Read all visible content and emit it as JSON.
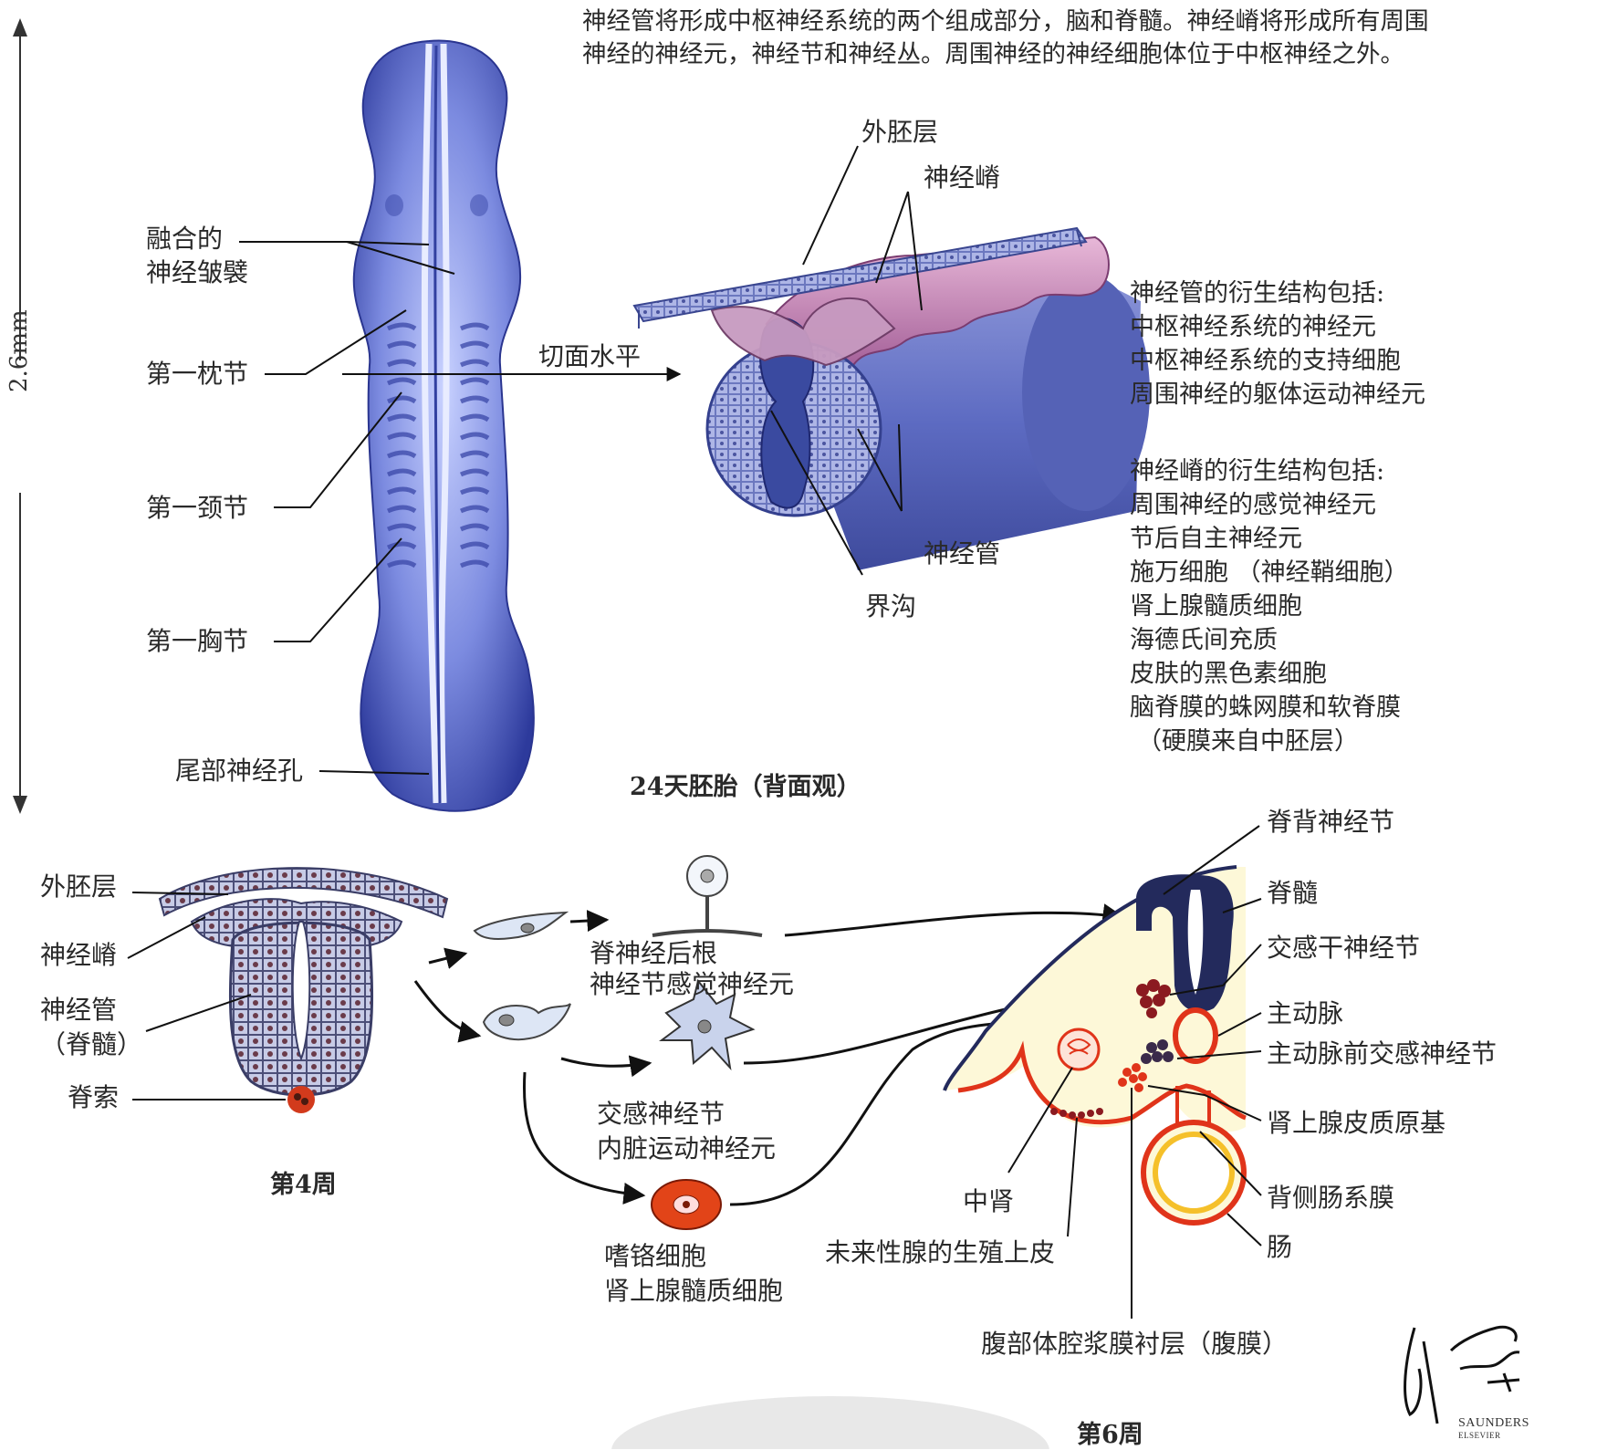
{
  "intro": {
    "line1": "神经管将形成中枢神经系统的两个组成部分，脑和脊髓。神经嵴将形成所有周围",
    "line2": "神经的神经元，神经节和神经丛。周围神经的神经细胞体位于中枢神经之外。"
  },
  "scale_label": "2.6mm",
  "embryo_labels": {
    "fused_folds_1": "融合的",
    "fused_folds_2": "神经皱襞",
    "first_occipital": "第一枕节",
    "first_cervical": "第一颈节",
    "first_thoracic": "第一胸节",
    "caudal_neuropore": "尾部神经孔",
    "section_level": "切面水平"
  },
  "section_labels": {
    "ectoderm": "外胚层",
    "neural_crest": "神经嵴",
    "neural_tube": "神经管",
    "sulcus_limitans": "界沟"
  },
  "caption_24day": "24天胚胎（背面观）",
  "tube_derivatives": {
    "heading": "神经管的衍生结构包括:",
    "items": [
      "中枢神经系统的神经元",
      "中枢神经系统的支持细胞",
      "周围神经的躯体运动神经元"
    ]
  },
  "crest_derivatives": {
    "heading": "神经嵴的衍生结构包括:",
    "items": [
      "周围神经的感觉神经元",
      "节后自主神经元",
      "施万细胞 （神经鞘细胞）",
      "肾上腺髓质细胞",
      "海德氏间充质",
      "皮肤的黑色素细胞",
      "脑脊膜的蛛网膜和软脊膜",
      "（硬膜来自中胚层）"
    ]
  },
  "week4_labels": {
    "ectoderm": "外胚层",
    "neural_crest": "神经嵴",
    "neural_tube_1": "神经管",
    "neural_tube_2": "（脊髓）",
    "notochord": "脊索",
    "caption": "第4周"
  },
  "migration_labels": {
    "drg_1": "脊神经后根",
    "drg_2": "神经节感觉神经元",
    "symp_1": "交感神经节",
    "symp_2": "内脏运动神经元",
    "chrom_1": "嗜铬细胞",
    "chrom_2": "肾上腺髓质细胞"
  },
  "week6_labels": {
    "drg": "脊背神经节",
    "spinal_cord": "脊髓",
    "sympathetic_trunk": "交感干神经节",
    "aorta": "主动脉",
    "preaortic": "主动脉前交感神经节",
    "adrenal_cortex": "肾上腺皮质原基",
    "dorsal_mesentery": "背侧肠系膜",
    "gut": "肠",
    "mesonephros": "中肾",
    "gonad_epithelium": "未来性腺的生殖上皮",
    "peritoneum": "腹部体腔浆膜衬层（腹膜）",
    "caption": "第6周"
  },
  "signature": {
    "publisher": "SAUNDERS",
    "imprint": "ELSEVIER"
  },
  "colors": {
    "embryo_blue": "#6f7fd6",
    "crest_pink": "#b27aa6",
    "tube_blue": "#5a6bb8",
    "week6_fill": "#fdf8d8",
    "red": "#e0341a",
    "navy": "#232a5c",
    "yellow": "#f5c02a"
  }
}
